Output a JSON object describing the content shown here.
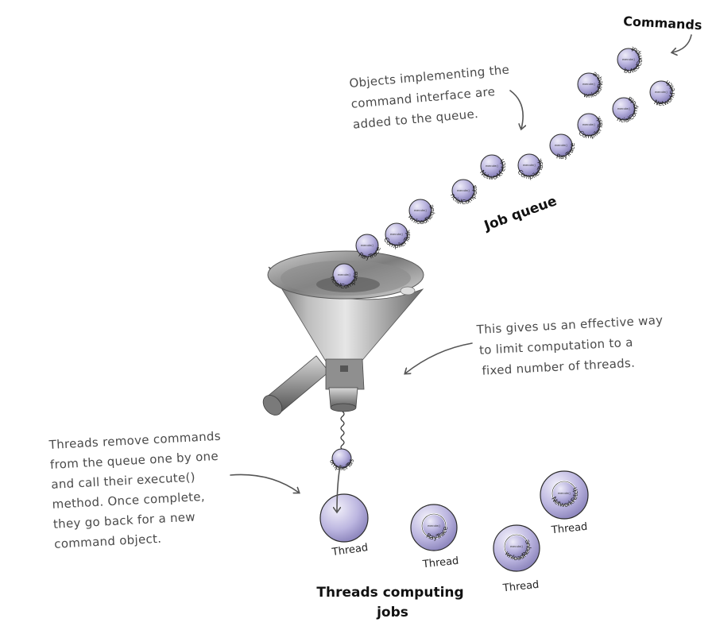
{
  "labels": {
    "commands": "Commands",
    "job_queue": "Job queue",
    "threads_computing": [
      "Threads computing",
      "jobs"
    ]
  },
  "annotations": {
    "objects": [
      "Objects implementing the",
      "command interface are",
      "added to the queue."
    ],
    "effective": [
      "This gives us an effective way",
      "to limit computation to a",
      "fixed number of threads."
    ],
    "threads_remove": [
      "Threads remove commands",
      "from the queue one by one",
      "and call their execute()",
      "method.  Once complete,",
      "they go back for a new",
      "command object."
    ]
  },
  "method_label": "execute()",
  "queue": [
    "DistributedComputation",
    "DownloadRequest",
    "NetworkFetch",
    "FinancialComputation",
    "CompilerTask",
    "RayTrace",
    "CompilerTask",
    "NetworkFetch",
    "FinancialComputation",
    "DownloadRequest",
    "CompilerTask",
    "RayTrace",
    "FinancialComputation"
  ],
  "dequeued": "CompilerTask",
  "threads": [
    {
      "label": "Thread",
      "job": ""
    },
    {
      "label": "Thread",
      "job": "RayTrace"
    },
    {
      "label": "Thread",
      "job": "DownloadRequest"
    },
    {
      "label": "Thread",
      "job": "NetworkFetch"
    }
  ],
  "colors": {
    "command_fill": "#b4aedb",
    "command_stroke": "#2b2b2b",
    "funnel": "#9a9a9a"
  }
}
